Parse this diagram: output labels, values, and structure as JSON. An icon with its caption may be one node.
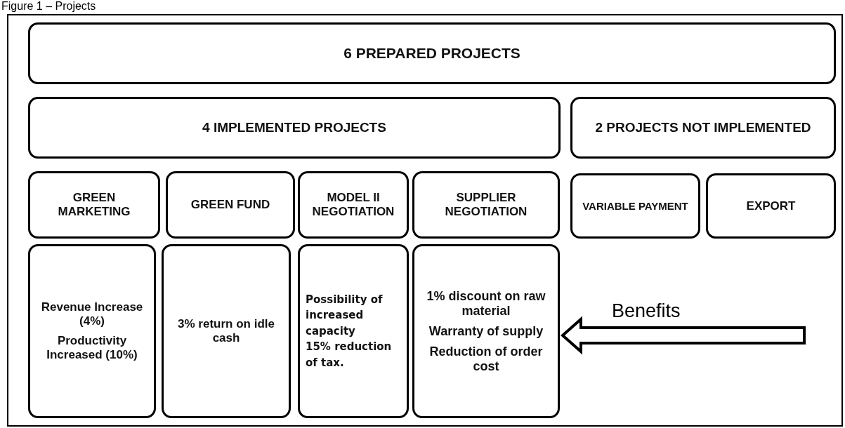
{
  "diagram": {
    "title": "Figure 1 – Projects",
    "nodes": [
      {
        "text": [
          "6 PREPARED PROJECTS"
        ]
      },
      {
        "text": [
          "4 IMPLEMENTED PROJECTS"
        ]
      },
      {
        "text": [
          "2 PROJECTS NOT IMPLEMENTED"
        ]
      },
      {
        "text": [
          "GREEN MARKETING"
        ]
      },
      {
        "text": [
          "GREEN FUND"
        ]
      },
      {
        "text": [
          "MODEL II NEGOTIATION"
        ]
      },
      {
        "text": [
          "SUPPLIER NEGOTIATION"
        ]
      },
      {
        "text": [
          "VARIABLE PAYMENT"
        ]
      },
      {
        "text": [
          "EXPORT"
        ]
      },
      {
        "text": [
          "Revenue Increase (4%)",
          "Productivity Increased (10%)"
        ]
      },
      {
        "text": [
          "3% return on idle cash"
        ]
      },
      {
        "text": [
          "Possibility of increased capacity",
          "15% reduction of tax."
        ]
      },
      {
        "text": [
          "1% discount on raw material",
          "Warranty of supply",
          "Reduction of order cost"
        ]
      }
    ],
    "edges": [
      {
        "from": null,
        "to": 12,
        "arrow": "to",
        "label": "Benefits"
      }
    ]
  }
}
